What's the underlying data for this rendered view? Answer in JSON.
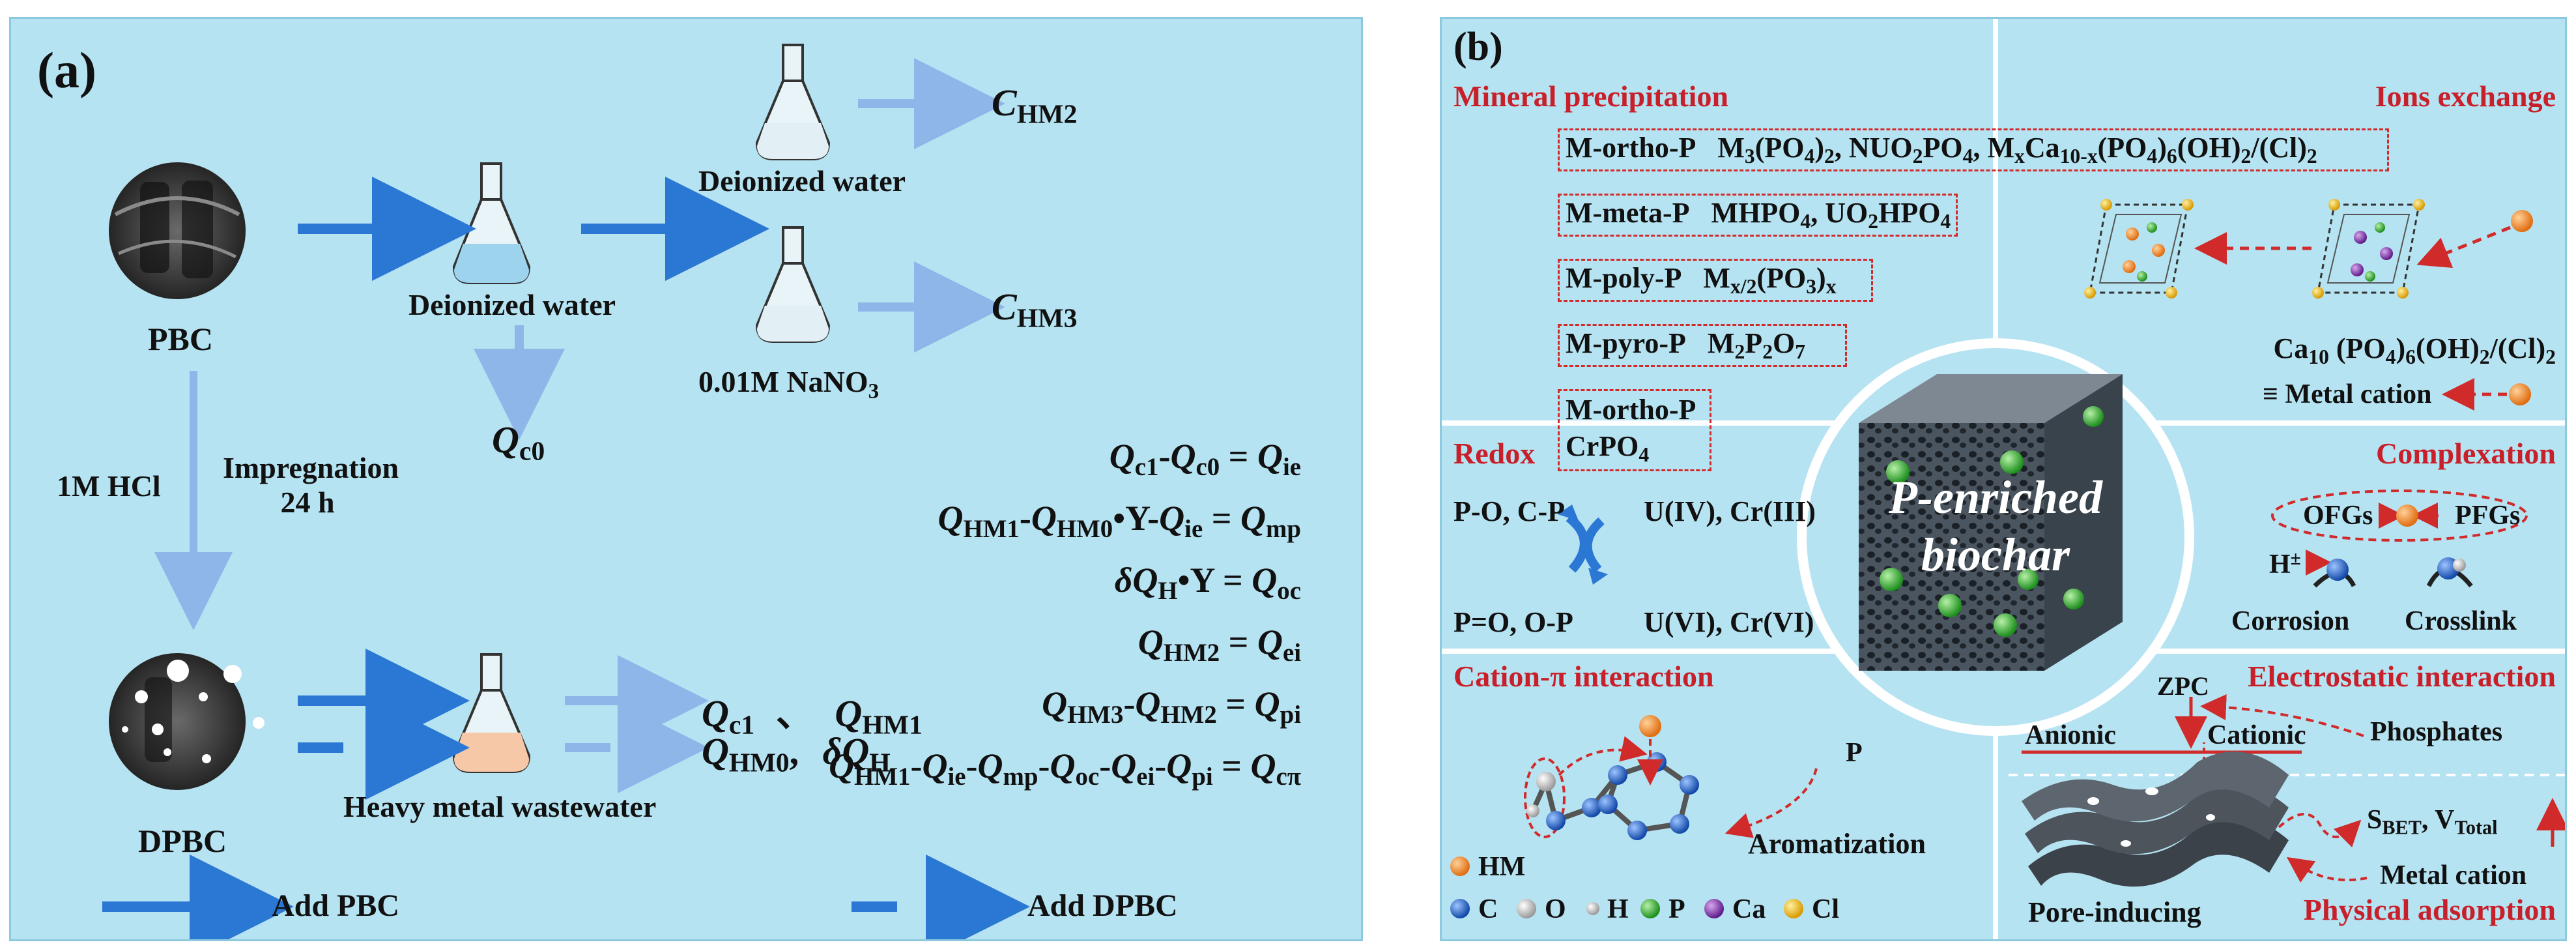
{
  "panel_a": {
    "label": "(a)",
    "nodes": {
      "pbc": "PBC",
      "dpbc": "DPBC",
      "di_water_1": "Deionized water",
      "di_water_2": "Deionized water",
      "nano3": "0.01M NaNO",
      "nano3_sub": "3",
      "wastewater": "Heavy metal wastewater",
      "hcl": "1M HCl",
      "impregnation": "Impregnation",
      "impregnation_time": "24 h",
      "c_hm2": "C",
      "c_hm2_sub": "HM2",
      "c_hm3": "C",
      "c_hm3_sub": "HM3",
      "q_c0": "Q",
      "q_c0_sub": "c0",
      "q_c1_line": "Q",
      "q_c1_sub": "c1",
      "q_c1_sep": "、",
      "q_hm1": "Q",
      "q_hm1_sub": "HM1",
      "q_hm0": "Q",
      "q_hm0_sub": "HM0",
      "q_hm0_sep": ",",
      "dq_h": "δQ",
      "dq_h_sub": "H"
    },
    "equations": [
      "Qc1-Qc0 = Qie",
      "QHM1-QHM0•Y-Qie = Qmp",
      "δQH•Y = Qoc",
      "QHM2 = Qei",
      "QHM3-QHM2 = Qpi",
      "QHM1-Qie-Qmp-Qoc-Qei-Qpi = Qcπ"
    ],
    "legend": {
      "add_pbc": "Add PBC",
      "add_dpbc": "Add DPBC"
    }
  },
  "panel_b": {
    "label": "(b)",
    "center": [
      "P-enriched",
      "biochar"
    ],
    "sections": {
      "mineral": "Mineral precipitation",
      "ions": "Ions exchange",
      "redox": "Redox",
      "complexation": "Complexation",
      "cation_pi": "Cation-π interaction",
      "electrostatic": "Electrostatic interaction",
      "physical": "Physical adsorption"
    },
    "mineral_rows": [
      {
        "name": "M-ortho-P",
        "formula": "M3(PO4)2, NUO2PO4, MxCa10-x(PO4)6(OH)2/(Cl)2"
      },
      {
        "name": "M-meta-P",
        "formula": "MHPO4, UO2HPO4"
      },
      {
        "name": "M-poly-P",
        "formula": "Mx/2(PO3)x"
      },
      {
        "name": "M-pyro-P",
        "formula": "M2P2O7"
      },
      {
        "name": "M-ortho-P",
        "formula": "CrPO4"
      }
    ],
    "ions": {
      "formula": "Ca10 (PO4)6(OH)2/(Cl)2",
      "metal_cation": "≡ Metal cation"
    },
    "redox": {
      "top_left": "P-O,  C-P",
      "top_right": "U(IV), Cr(III)",
      "bottom_left": "P=O, O-P",
      "bottom_right": "U(VI), Cr(VI)"
    },
    "complexation": {
      "ofgs": "OFGs",
      "pfgs": "PFGs",
      "h": "H",
      "h_sup": "±",
      "corrosion": "Corrosion",
      "crosslink": "Crosslink"
    },
    "cation_pi": {
      "p": "P",
      "aromatization": "Aromatization"
    },
    "legend": {
      "hm": "HM",
      "c": "C",
      "o": "O",
      "h": "H",
      "p": "P",
      "ca": "Ca",
      "cl": "Cl"
    },
    "electrostatic": {
      "zpc": "ZPC",
      "anionic": "Anionic",
      "cationic": "Cationic",
      "phosphates": "Phosphates"
    },
    "physical": {
      "sbet": "S",
      "sbet_sub": "BET",
      "vtotal": ", V",
      "vtotal_sub": "Total",
      "metal_cation": "Metal cation",
      "pore_inducing": "Pore-inducing"
    },
    "colors": {
      "section_red": "#c8202a",
      "arrow_blue": "#2a78d4",
      "panel_bg": "#b6e3f2",
      "hm_orange": "#f08a24",
      "p_green": "#2fb12f",
      "ca_purple": "#7d2fa8",
      "cl_yellow": "#f0b81e",
      "c_blue": "#1e5fc2"
    }
  }
}
